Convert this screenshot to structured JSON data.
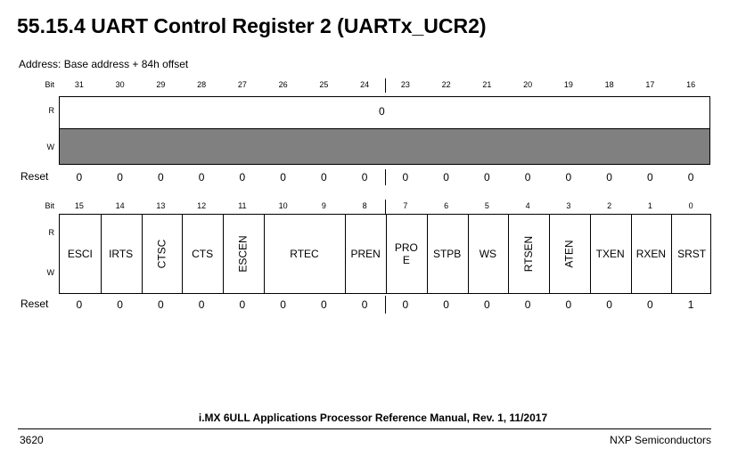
{
  "title": "55.15.4 UART Control Register 2 (UARTx_UCR2)",
  "address": "Address: Base address + 84h offset",
  "labels": {
    "bit": "Bit",
    "r": "R",
    "w": "W",
    "reset": "Reset"
  },
  "upper": {
    "bits": [
      "31",
      "30",
      "29",
      "28",
      "27",
      "26",
      "25",
      "24",
      "23",
      "22",
      "21",
      "20",
      "19",
      "18",
      "17",
      "16"
    ],
    "read_value": "0",
    "reset": [
      "0",
      "0",
      "0",
      "0",
      "0",
      "0",
      "0",
      "0",
      "0",
      "0",
      "0",
      "0",
      "0",
      "0",
      "0",
      "0"
    ]
  },
  "lower": {
    "bits": [
      "15",
      "14",
      "13",
      "12",
      "11",
      "10",
      "9",
      "8",
      "7",
      "6",
      "5",
      "4",
      "3",
      "2",
      "1",
      "0"
    ],
    "fields": [
      {
        "name": "ESCI",
        "span": 1,
        "vertical": false
      },
      {
        "name": "IRTS",
        "span": 1,
        "vertical": false
      },
      {
        "name": "CTSC",
        "span": 1,
        "vertical": true
      },
      {
        "name": "CTS",
        "span": 1,
        "vertical": false
      },
      {
        "name": "ESCEN",
        "span": 1,
        "vertical": true
      },
      {
        "name": "RTEC",
        "span": 2,
        "vertical": false
      },
      {
        "name": "PREN",
        "span": 1,
        "vertical": false
      },
      {
        "name": "PRO\nE",
        "span": 1,
        "vertical": false
      },
      {
        "name": "STPB",
        "span": 1,
        "vertical": false
      },
      {
        "name": "WS",
        "span": 1,
        "vertical": false
      },
      {
        "name": "RTSEN",
        "span": 1,
        "vertical": true
      },
      {
        "name": "ATEN",
        "span": 1,
        "vertical": true
      },
      {
        "name": "TXEN",
        "span": 1,
        "vertical": false
      },
      {
        "name": "RXEN",
        "span": 1,
        "vertical": false
      },
      {
        "name": "SRST",
        "span": 1,
        "vertical": false
      }
    ],
    "reset": [
      "0",
      "0",
      "0",
      "0",
      "0",
      "0",
      "0",
      "0",
      "0",
      "0",
      "0",
      "0",
      "0",
      "0",
      "0",
      "1"
    ]
  },
  "footer": {
    "manual": "i.MX 6ULL Applications Processor Reference Manual, Rev. 1, 11/2017",
    "page": "3620",
    "company": "NXP Semiconductors"
  }
}
